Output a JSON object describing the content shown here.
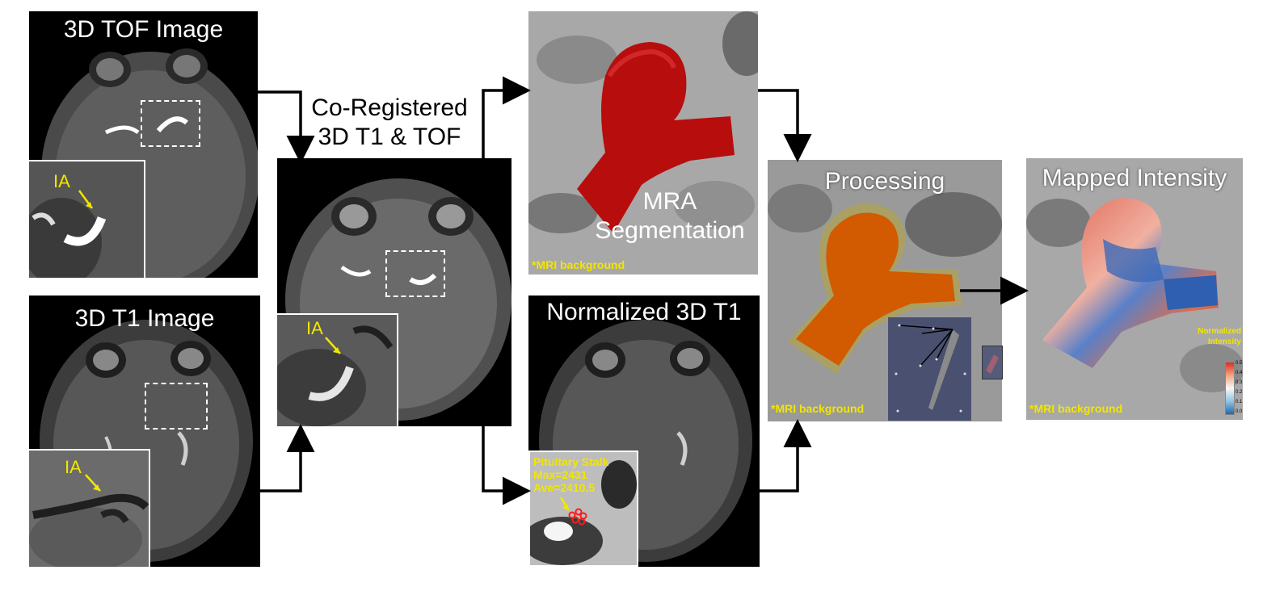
{
  "panels": {
    "tof": {
      "title": "3D TOF Image",
      "inset_label": "IA"
    },
    "t1": {
      "title": "3D T1 Image",
      "inset_label": "IA"
    },
    "coreg": {
      "label_line1": "Co-Registered",
      "label_line2": "3D T1 & TOF",
      "inset_label": "IA"
    },
    "mra": {
      "label_line1": "MRA",
      "label_line2": "Segmentation",
      "note": "*MRI background"
    },
    "norm": {
      "title": "Normalized 3D T1",
      "inset_line1": "Pituitary  Stalk",
      "inset_line2": "Max=2431",
      "inset_line3": "Ave=2410.5"
    },
    "processing": {
      "title": "Processing",
      "note": "*MRI background"
    },
    "mapped": {
      "title": "Mapped Intensity",
      "note": "*MRI background",
      "legend_line1": "Normalized",
      "legend_line2": "Intensity"
    }
  },
  "colorbar": {
    "ticks": [
      "0.5",
      "0.4",
      "0.3",
      "0.2",
      "0.1",
      "0.0"
    ]
  },
  "colors": {
    "annotation": "#f2e600",
    "aneurysm_red": "#b80d0d",
    "aneurysm_orange": "#d25a00",
    "map_high": "#d7301f",
    "map_low": "#2166ac"
  }
}
